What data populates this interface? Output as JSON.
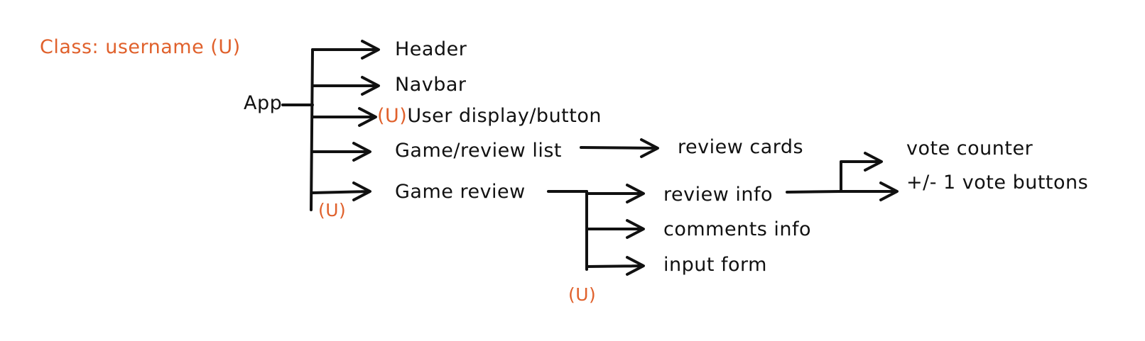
{
  "legend": {
    "prefix": "Class:",
    "text": "username (U)"
  },
  "marker": "(U)",
  "nodes": {
    "app": "App",
    "header": "Header",
    "navbar": "Navbar",
    "user_display": "User display/button",
    "game_review_list": "Game/review list",
    "review_cards": "review cards",
    "game_review": "Game review",
    "review_info": "review info",
    "comments_info": "comments info",
    "input_form": "input form",
    "vote_counter": "vote counter",
    "vote_buttons": "+/- 1 vote buttons"
  },
  "colors": {
    "ink": "#111111",
    "accent": "#e0612c",
    "background": "#ffffff"
  }
}
